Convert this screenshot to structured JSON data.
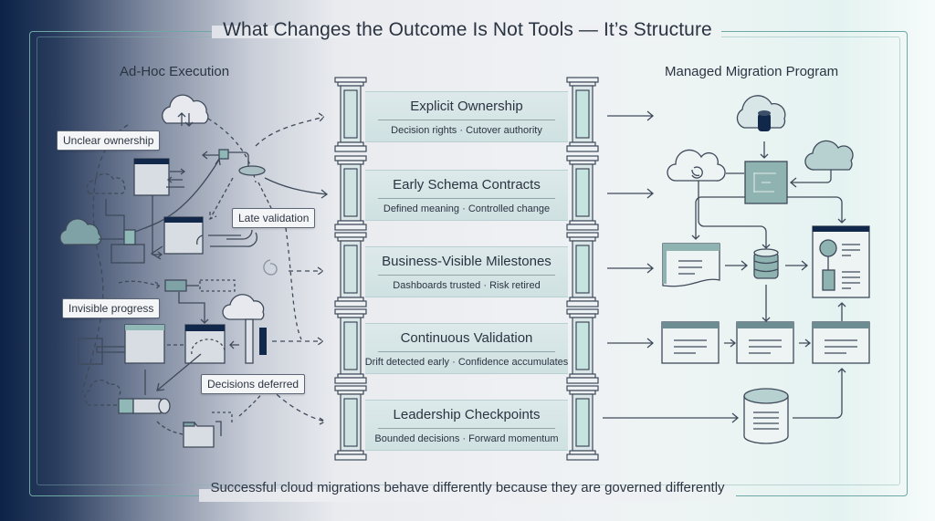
{
  "title": "What Changes the Outcome Is Not Tools — It’s Structure",
  "footer": "Successful cloud migrations behave differently because they are governed differently",
  "left_panel": {
    "heading": "Ad-Hoc Execution",
    "callouts": [
      {
        "label": "Unclear ownership"
      },
      {
        "label": "Late validation"
      },
      {
        "label": "Invisible progress"
      },
      {
        "label": "Decisions deferred"
      }
    ],
    "icons": [
      "cloud-sync-icon",
      "window-icon",
      "database-icon",
      "cloud-icon",
      "folder-icon",
      "cylinder-icon"
    ]
  },
  "pillars": [
    {
      "title": "Explicit Ownership",
      "subtitle": "Decision rights · Cutover authority"
    },
    {
      "title": "Early Schema Contracts",
      "subtitle": "Defined meaning · Controlled change"
    },
    {
      "title": "Business-Visible Milestones",
      "subtitle": "Dashboards trusted · Risk retired"
    },
    {
      "title": "Continuous Validation",
      "subtitle": "Drift detected early · Confidence accumulates"
    },
    {
      "title": "Leadership Checkpoints",
      "subtitle": "Bounded decisions · Forward momentum"
    }
  ],
  "right_panel": {
    "heading": "Managed Migration Program",
    "icons": [
      "cloud-database-icon",
      "cloud-sync-icon",
      "cloud-icon",
      "schema-box-icon",
      "document-icon",
      "database-icon",
      "dashboard-icon",
      "window-icon",
      "cylinder-database-icon"
    ]
  },
  "colors": {
    "navy": "#0c2347",
    "teal": "#6fa7a5",
    "stroke": "#3f4a5a",
    "banner": "#d4e4e5",
    "text": "#2b3442"
  }
}
